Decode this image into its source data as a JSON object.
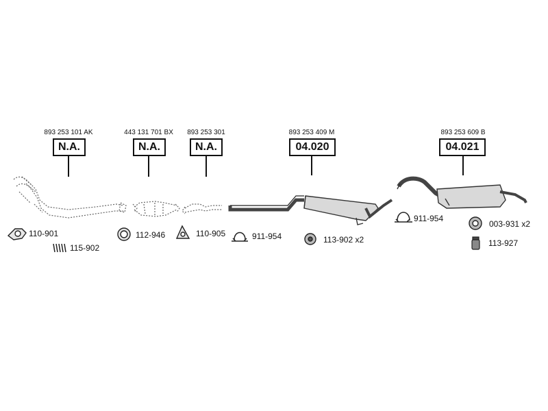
{
  "assemblies": [
    {
      "id": "a1",
      "oem": "893 253 101 AK",
      "ref": "N.A."
    },
    {
      "id": "a2",
      "oem": "443 131 701 BX",
      "ref": "N.A."
    },
    {
      "id": "a3",
      "oem": "893 253 301",
      "ref": "N.A."
    },
    {
      "id": "a4",
      "oem": "893 253 409 M",
      "ref": "04.020"
    },
    {
      "id": "a5",
      "oem": "893 253 609 B",
      "ref": "04.021"
    }
  ],
  "accessories": [
    {
      "id": "p1",
      "label": "110-901",
      "icon": "flange-gasket-icon"
    },
    {
      "id": "p2",
      "label": "115-902",
      "icon": "spring-icon"
    },
    {
      "id": "p3",
      "label": "112-946",
      "icon": "sealing-ring-icon"
    },
    {
      "id": "p4",
      "label": "110-905",
      "icon": "triangle-gasket-icon"
    },
    {
      "id": "p5",
      "label": "911-954",
      "icon": "pipe-clamp-icon"
    },
    {
      "id": "p6",
      "label": "113-902 x2",
      "icon": "rubber-mount-icon"
    },
    {
      "id": "p7",
      "label": "911-954",
      "icon": "pipe-clamp-icon"
    },
    {
      "id": "p8",
      "label": "003-931 x2",
      "icon": "rubber-ring-icon"
    },
    {
      "id": "p9",
      "label": "113-927",
      "icon": "rubber-buffer-icon"
    }
  ]
}
